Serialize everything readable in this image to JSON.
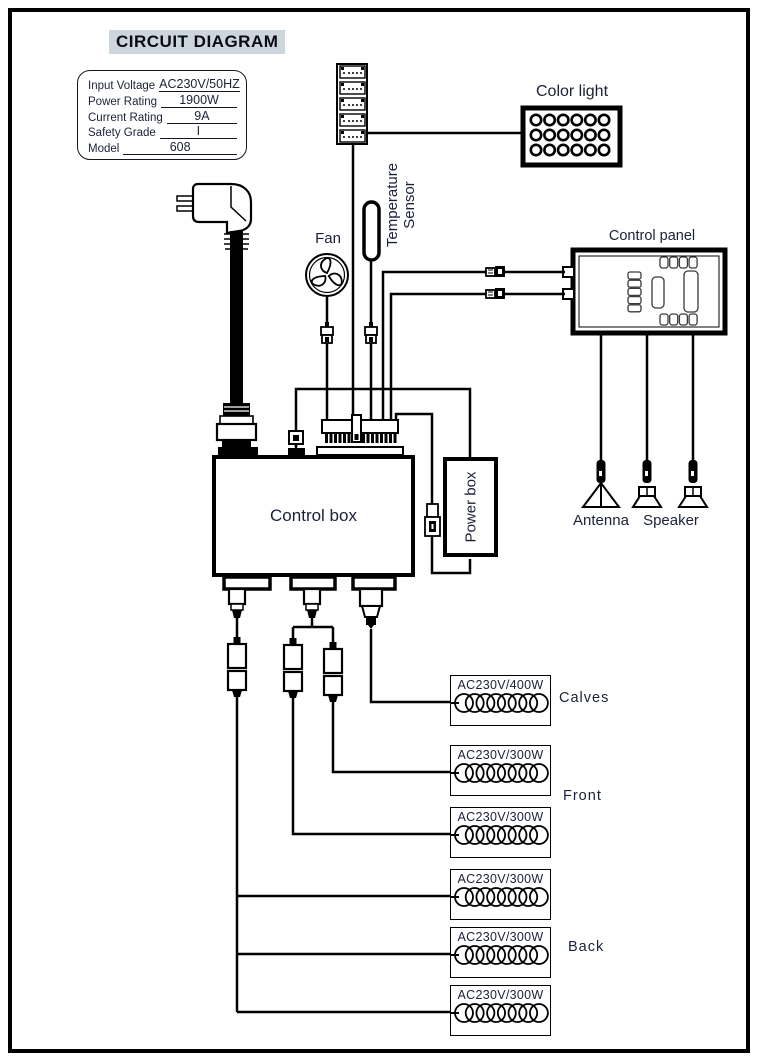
{
  "title": "CIRCUIT DIAGRAM",
  "spec_table": {
    "rows": [
      {
        "label": "Input Voltage",
        "value": "AC230V/50HZ"
      },
      {
        "label": "Power Rating",
        "value": "1900W"
      },
      {
        "label": "Current Rating",
        "value": "9A"
      },
      {
        "label": "Safety Grade",
        "value": "I"
      },
      {
        "label": "Model",
        "value": "608"
      }
    ]
  },
  "components": {
    "color_light": "Color light",
    "control_panel": "Control panel",
    "fan": "Fan",
    "temperature_sensor": {
      "line1": "Temperature",
      "line2": "Sensor"
    },
    "control_box": "Control box",
    "power_box": "Power box",
    "antenna": "Antenna",
    "speaker": "Speaker"
  },
  "heaters": [
    {
      "rating": "AC230V/400W"
    },
    {
      "rating": "AC230V/300W"
    },
    {
      "rating": "AC230V/300W"
    },
    {
      "rating": "AC230V/300W"
    },
    {
      "rating": "AC230V/300W"
    },
    {
      "rating": "AC230V/300W"
    }
  ],
  "zone_labels": {
    "calves": "Calves",
    "front": "Front",
    "back": "Back"
  },
  "icons": [
    "power-plug-icon",
    "fan-icon",
    "temperature-sensor-icon",
    "terminal-block-stack-icon",
    "led-grid-icon",
    "ribbon-connector-icon",
    "heating-coil-icon",
    "antenna-icon",
    "speaker-icon",
    "cable-connector-icon",
    "fuse-connector-icon"
  ],
  "colors": {
    "line": "#000000",
    "text": "#1b2138",
    "title_highlight": "#cdd6dc",
    "paper": "#ffffff"
  }
}
